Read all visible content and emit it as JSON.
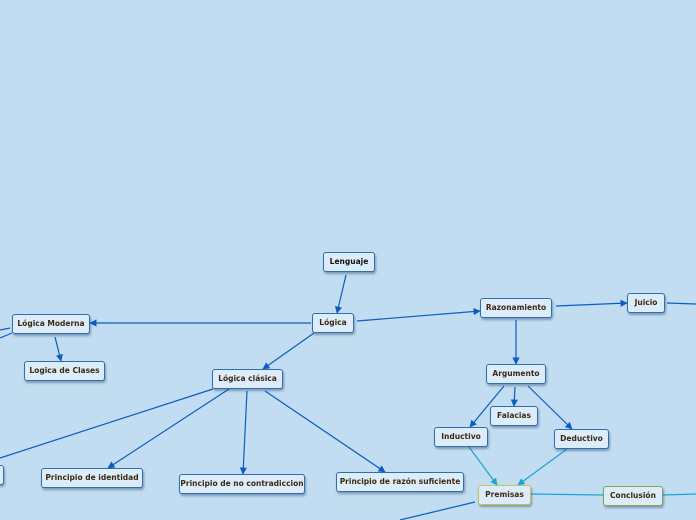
{
  "nodes": {
    "lenguaje": "Lenguaje",
    "logica": "Lógica",
    "logica_moderna": "Lógica Moderna",
    "logica_clases": "Logica de Clases",
    "logica_clasica": "Lógica clásica",
    "razonamiento": "Razonamiento",
    "juicio": "Juicio",
    "argumento": "Argumento",
    "falacias": "Falacias",
    "inductivo": "Inductivo",
    "deductivo": "Deductivo",
    "premisas": "Premisas",
    "conclusion": "Conclusión",
    "principio_identidad": "Principio de identidad",
    "principio_no_contradiccion": "Principio de no contradiccion",
    "principio_razon": "Principio de razón suficiente"
  },
  "colors": {
    "background": "#c2dcf1",
    "node_fill": "#dcecfa",
    "node_border": "#2f6fae",
    "connector": "#0b5cc4",
    "connector_light": "#1aa3dc"
  }
}
